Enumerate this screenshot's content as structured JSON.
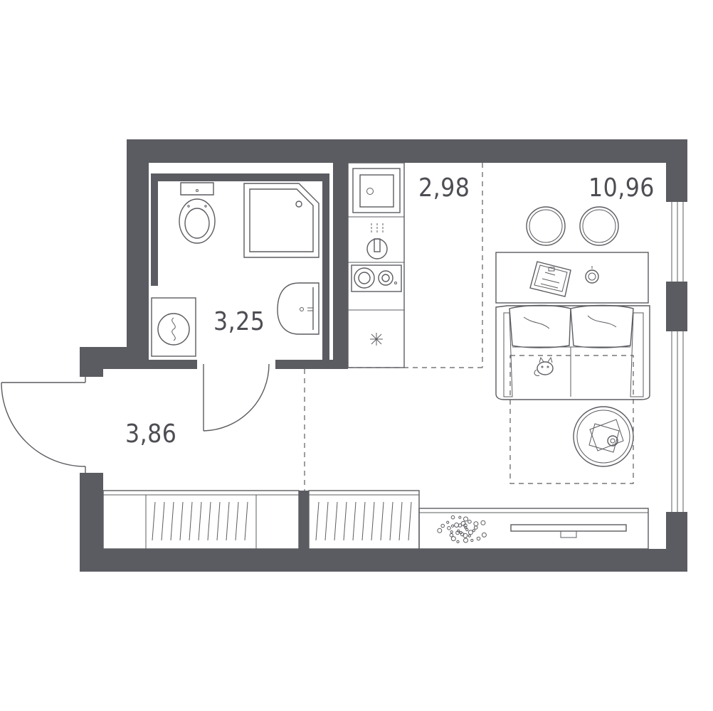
{
  "rooms": [
    {
      "id": "bathroom",
      "area": "3,25"
    },
    {
      "id": "kitchen",
      "area": "2,98"
    },
    {
      "id": "living-room",
      "area": "10,96"
    },
    {
      "id": "hallway",
      "area": "3,86"
    }
  ],
  "colors": {
    "wall": "#5b5c61",
    "line": "#5b5c61",
    "background": "#ffffff",
    "label": "#4d4e53"
  },
  "icons": [
    "toilet-icon",
    "shower-tray-icon",
    "washbasin-icon",
    "washing-machine-icon",
    "kitchen-sink-icon",
    "faucet-icon",
    "cooktop-icon",
    "fridge-icon",
    "stool-icon",
    "desk-icon",
    "laptop-icon",
    "mug-icon",
    "sofa-icon",
    "cat-icon",
    "coffee-table-icon",
    "rug-icon",
    "wardrobe-icon",
    "plant-icon",
    "tv-icon",
    "window-icon",
    "entrance-door-icon",
    "bathroom-door-icon"
  ]
}
